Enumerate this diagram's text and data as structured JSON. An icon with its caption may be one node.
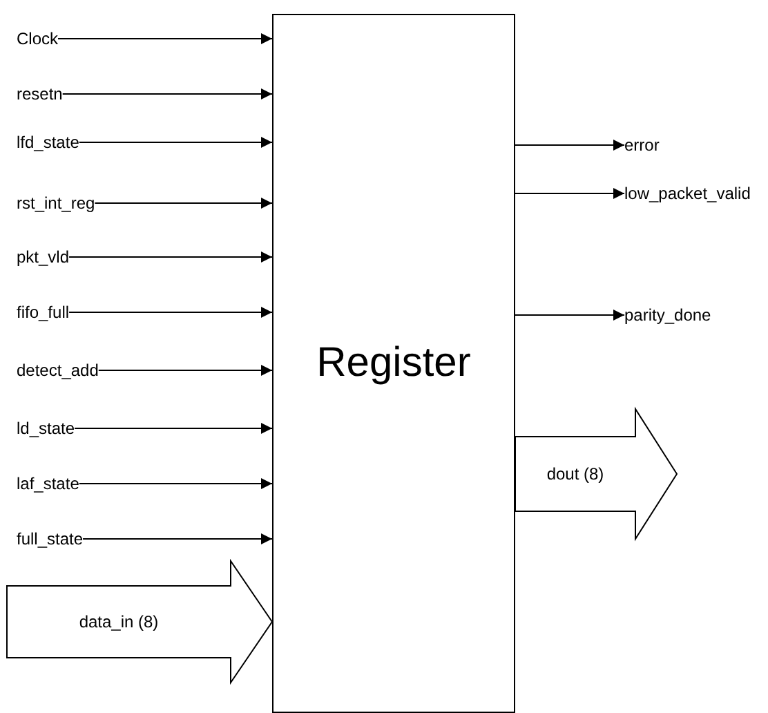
{
  "diagram": {
    "nodes": [
      {
        "text": [
          "Clock"
        ]
      },
      {
        "text": [
          "resetn"
        ]
      },
      {
        "text": [
          "lfd_state"
        ]
      },
      {
        "text": [
          "rst_int_reg"
        ]
      },
      {
        "text": [
          "pkt_vld"
        ]
      },
      {
        "text": [
          "fifo_full"
        ]
      },
      {
        "text": [
          "detect_add"
        ]
      },
      {
        "text": [
          "ld_state"
        ]
      },
      {
        "text": [
          "laf_state"
        ]
      },
      {
        "text": [
          "full_state"
        ]
      },
      {
        "text": [
          "Register"
        ]
      },
      {
        "text": [
          "error"
        ]
      },
      {
        "text": [
          "low_packet_valid"
        ]
      },
      {
        "text": [
          "parity_done"
        ]
      }
    ],
    "edges": [
      {
        "from": 0,
        "to": 10,
        "arrow": "to"
      },
      {
        "from": 1,
        "to": 10,
        "arrow": "to"
      },
      {
        "from": 2,
        "to": 10,
        "arrow": "to"
      },
      {
        "from": 3,
        "to": 10,
        "arrow": "to"
      },
      {
        "from": 4,
        "to": 10,
        "arrow": "to"
      },
      {
        "from": 5,
        "to": 10,
        "arrow": "to"
      },
      {
        "from": 6,
        "to": 10,
        "arrow": "to"
      },
      {
        "from": 7,
        "to": 10,
        "arrow": "to"
      },
      {
        "from": 8,
        "to": 10,
        "arrow": "to"
      },
      {
        "from": 9,
        "to": 10,
        "arrow": "to"
      },
      {
        "from": 10,
        "to": 11,
        "arrow": "to"
      },
      {
        "from": 10,
        "to": 12,
        "arrow": "to"
      },
      {
        "from": 10,
        "to": 13,
        "arrow": "to"
      },
      {
        "from": null,
        "to": 10,
        "arrow": "to",
        "label": "data_in (8)",
        "style": "thick"
      },
      {
        "from": 10,
        "to": null,
        "arrow": "to",
        "label": "dout (8)",
        "style": "thick"
      }
    ]
  }
}
